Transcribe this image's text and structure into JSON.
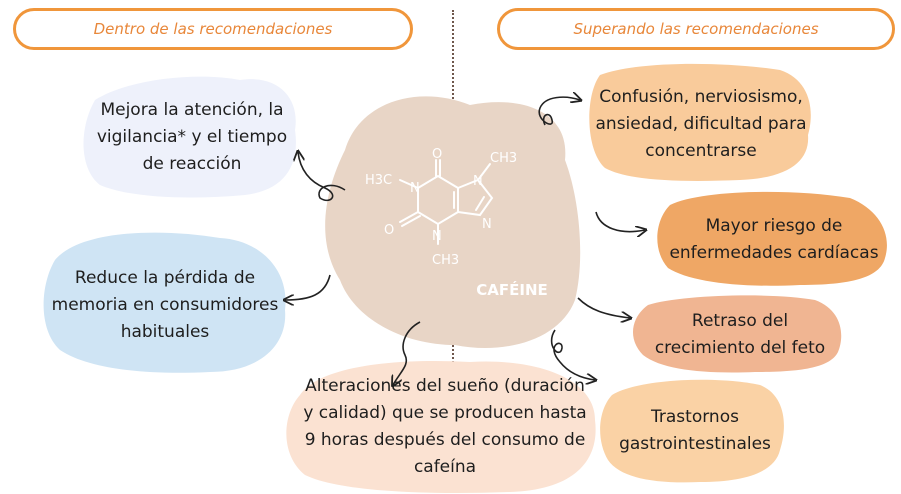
{
  "headers": {
    "left": "Dentro de las recomendaciones",
    "right": "Superando las recomendaciones"
  },
  "center": {
    "label": "CAFÉINE",
    "molecule": {
      "atoms": [
        "H3C",
        "N",
        "O",
        "N",
        "O",
        "N",
        "N",
        "CH3",
        "CH3"
      ]
    }
  },
  "within": [
    {
      "text": "Mejora la atención, la vigilancia* y el tiempo de reacción",
      "color": "#eef1fb"
    },
    {
      "text": "Reduce la pérdida de memoria en consumidores habituales",
      "color": "#cfe4f4"
    }
  ],
  "bottom": {
    "text": "Alteraciones del sueño (duración y calidad) que se producen hasta 9 horas después del consumo de cafeína",
    "color": "#fbe2d2"
  },
  "exceeding": [
    {
      "text": "Confusión, nerviosismo, ansiedad, dificultad para concentrarse",
      "color": "#f9cb9b"
    },
    {
      "text": "Mayor riesgo de enfermedades cardíacas",
      "color": "#efa765"
    },
    {
      "text": "Retraso del crecimiento del feto",
      "color": "#f0b592"
    },
    {
      "text": "Trastornos gastrointestinales",
      "color": "#fad2a5"
    }
  ],
  "colors": {
    "accent": "#f0963b",
    "center_blob": "#e8d5c6",
    "arrow": "#222222"
  }
}
